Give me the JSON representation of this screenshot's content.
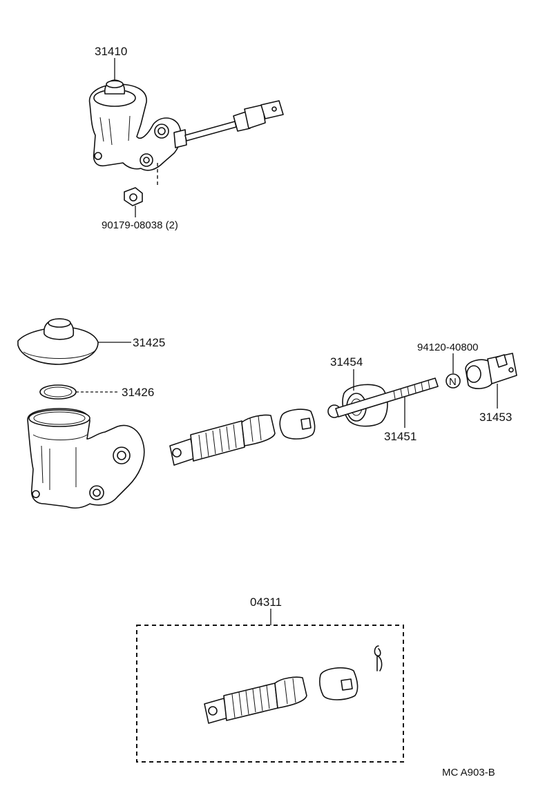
{
  "labels": {
    "assembly": "31410",
    "bolt": "90179-08038 (2)",
    "cap": "31425",
    "gasket": "31426",
    "boot": "31454",
    "nut": "94120-40800",
    "nut_mark": "N",
    "clevis": "31453",
    "push_rod": "31451",
    "kit": "04311",
    "drawing_code": "MC  A903-B"
  }
}
